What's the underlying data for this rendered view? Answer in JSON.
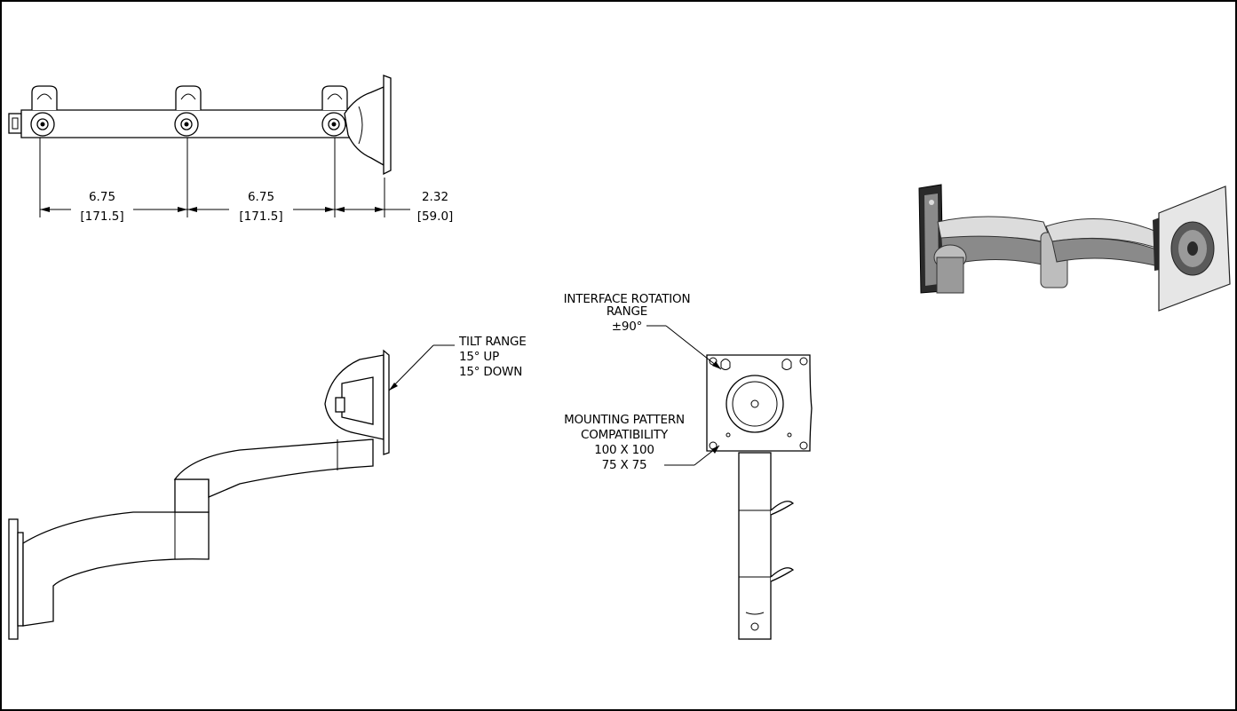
{
  "dimensions": {
    "d1": {
      "inch": "6.75",
      "mm": "[171.5]"
    },
    "d2": {
      "inch": "6.75",
      "mm": "[171.5]"
    },
    "d3": {
      "inch": "2.32",
      "mm": "[59.0]"
    }
  },
  "notes": {
    "tilt": [
      "TILT RANGE",
      "15° UP",
      "15° DOWN"
    ],
    "rotation": [
      "INTERFACE ROTATION",
      "RANGE",
      "±90°"
    ],
    "mounting": [
      "MOUNTING PATTERN",
      "COMPATIBILITY",
      "100 X 100",
      "75 X 75"
    ]
  },
  "colors": {
    "line": "#000000",
    "background": "#ffffff",
    "photo_dark": "#2a2a2a",
    "photo_mid": "#8a8a8a",
    "photo_light": "#dcdcdc"
  }
}
